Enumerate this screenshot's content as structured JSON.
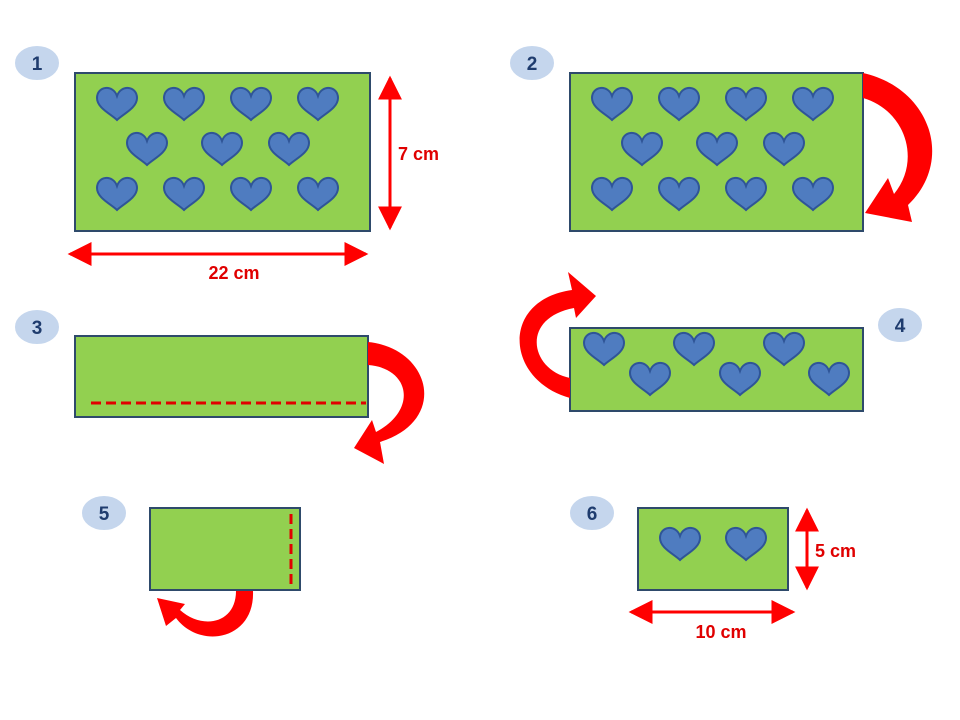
{
  "colors": {
    "paper": "#92d050",
    "paper_border": "#2e4a6b",
    "heart": "#4f7cc0",
    "heart_border": "#2f5597",
    "arrow": "#ff0000",
    "fold_line": "#e00000",
    "badge": "#c5d6ed",
    "badge_text": "#1f3c6e"
  },
  "steps": [
    {
      "number": "1",
      "hearts": 11
    },
    {
      "number": "2",
      "hearts": 11
    },
    {
      "number": "3",
      "hearts": 0
    },
    {
      "number": "4",
      "hearts": 6
    },
    {
      "number": "5",
      "hearts": 0
    },
    {
      "number": "6",
      "hearts": 2
    }
  ],
  "dimensions": {
    "step1_height": "7 cm",
    "step1_width": "22 cm",
    "step6_height": "5 cm",
    "step6_width": "10 cm"
  },
  "icons": [
    "heart-icon",
    "curved-fold-arrow-icon",
    "double-arrow-icon",
    "dashed-fold-line"
  ]
}
